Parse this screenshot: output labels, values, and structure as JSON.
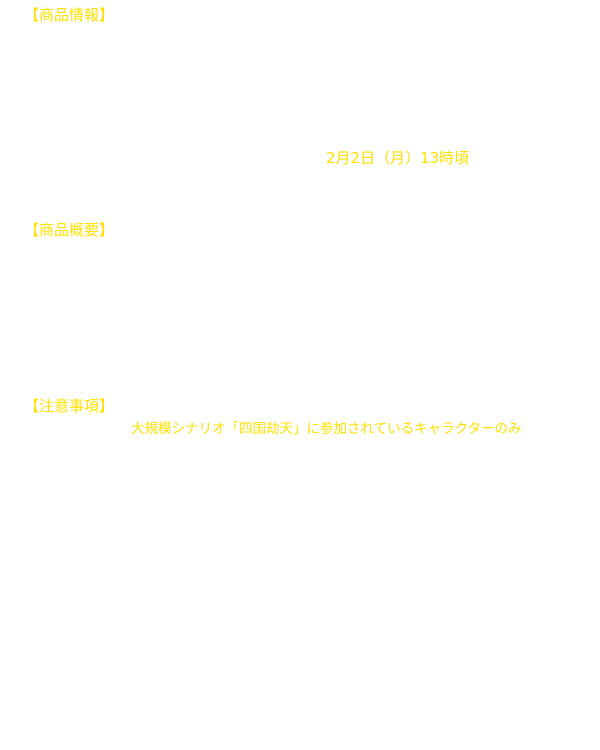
{
  "sections": {
    "product_info": {
      "heading": "【商品情報】",
      "highlight": "2月2日（月）13時頃"
    },
    "product_overview": {
      "heading": "【商品概要】"
    },
    "notes": {
      "heading": "【注意事項】",
      "highlight": "大規模シナリオ「四国劫天」に参加されているキャラクターのみ"
    }
  },
  "colors": {
    "background": "#ffffff",
    "accent": "#ffe000"
  }
}
